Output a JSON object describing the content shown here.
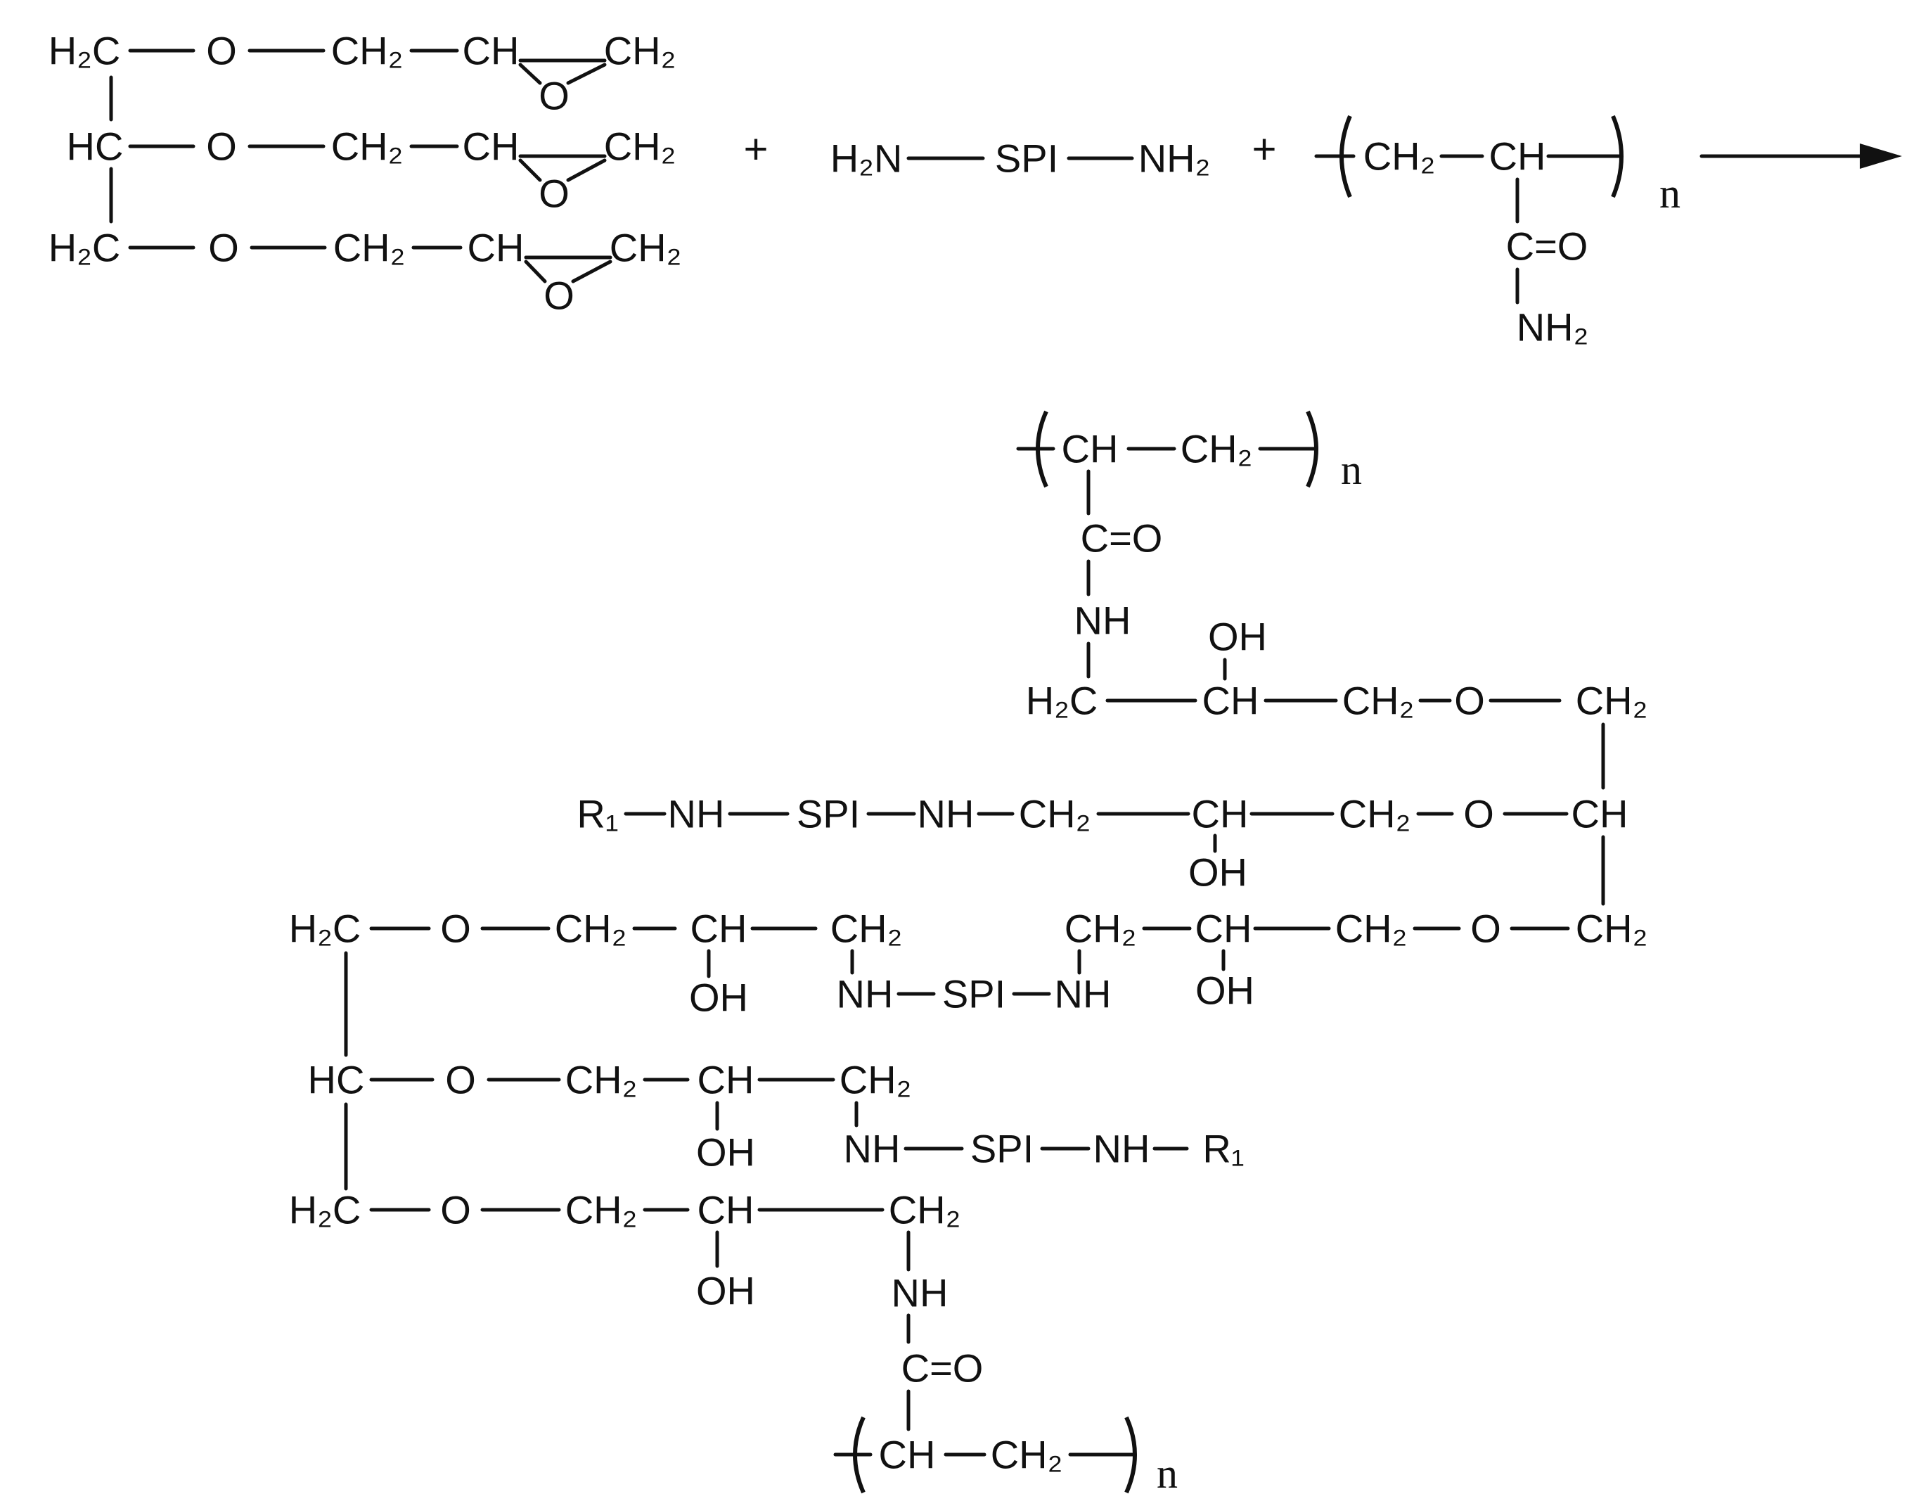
{
  "reactants": {
    "epoxy": {
      "rows": [
        {
          "c1": "H₂C",
          "o": "O",
          "c2": "CH₂",
          "c3": "CH",
          "c4": "CH₂",
          "oring": "O"
        },
        {
          "c1": "HC",
          "o": "O",
          "c2": "CH₂",
          "c3": "CH",
          "c4": "CH₂",
          "oring": "O"
        },
        {
          "c1": "H₂C",
          "o": "O",
          "c2": "CH₂",
          "c3": "CH",
          "c4": "CH₂",
          "oring": "O"
        }
      ]
    },
    "plus": "+",
    "spi": {
      "left": "H₂N",
      "center": "SPI",
      "right": "NH₂"
    },
    "pam": {
      "c1": "CH₂",
      "c2": "CH",
      "carbonyl": "C=O",
      "amide": "NH₂",
      "n": "n"
    }
  },
  "product": {
    "top_pam": {
      "ch": "CH",
      "ch2": "CH₂",
      "n": "n",
      "co": "C=O",
      "nh": "NH"
    },
    "row_a": {
      "h2c": "H₂C",
      "oh": "OH",
      "ch": "CH",
      "ch2": "CH₂",
      "o": "O",
      "end": "CH₂"
    },
    "row_b": {
      "r1": "R₁",
      "nh1": "NH",
      "spi": "SPI",
      "nh2": "NH",
      "ch2a": "CH₂",
      "ch": "CH",
      "oh": "OH",
      "ch2b": "CH₂",
      "o": "O",
      "end": "CH"
    },
    "row_c": {
      "h2c": "H₂C",
      "o": "O",
      "ch2a": "CH₂",
      "ch": "CH",
      "oh": "OH",
      "ch2b": "CH₂",
      "nh1": "NH",
      "spi": "SPI",
      "nh2": "NH",
      "ch2c": "CH₂",
      "ch2": "CH",
      "oh2": "OH",
      "ch2d": "CH₂",
      "o2": "O",
      "end": "CH₂"
    },
    "row_d": {
      "hc": "HC",
      "o": "O",
      "ch2a": "CH₂",
      "ch": "CH",
      "oh": "OH",
      "ch2b": "CH₂",
      "nh1": "NH",
      "spi": "SPI",
      "nh2": "NH",
      "r1": "R₁"
    },
    "row_e": {
      "h2c": "H₂C",
      "o": "O",
      "ch2a": "CH₂",
      "ch": "CH",
      "oh": "OH",
      "ch2b": "CH₂",
      "nh": "NH",
      "co": "C=O"
    },
    "bottom_pam": {
      "ch": "CH",
      "ch2": "CH₂",
      "n": "n"
    }
  }
}
